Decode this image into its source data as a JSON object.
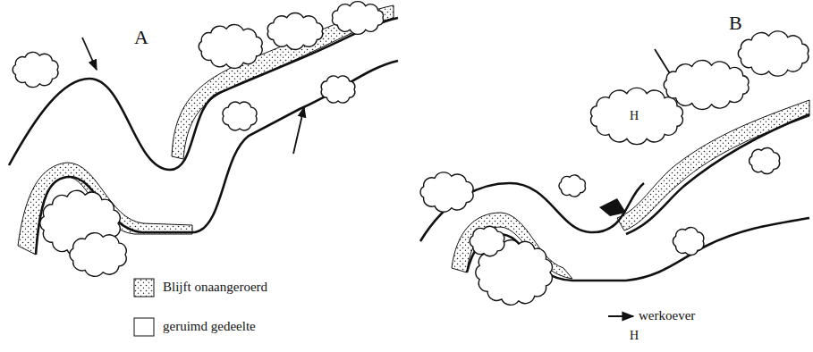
{
  "diagram": {
    "labels": [
      "A",
      "B",
      "H",
      "H"
    ],
    "legend": [
      {
        "text": "Blijft onaangeroerd"
      },
      {
        "text": "geruimd gedeelte"
      },
      {
        "text": "werkoever"
      }
    ]
  }
}
